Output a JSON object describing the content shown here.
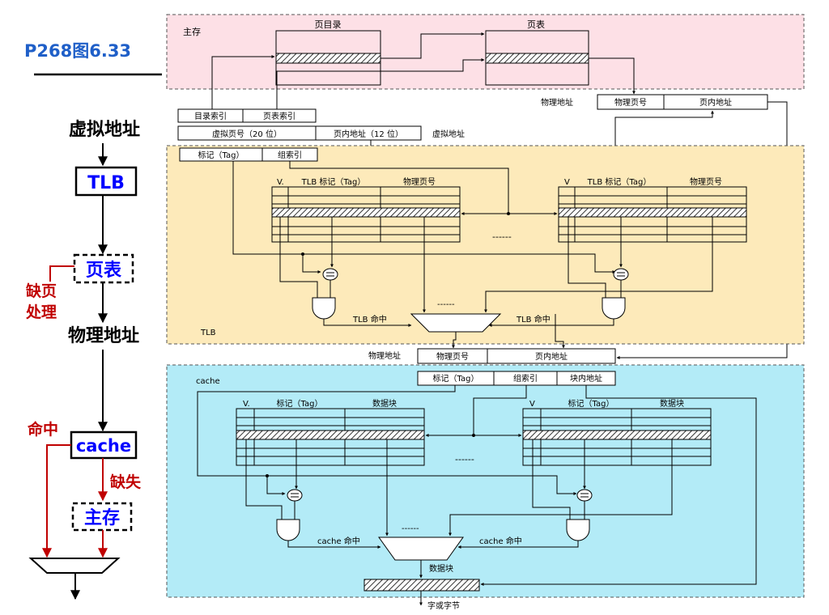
{
  "title": "P268图6.33",
  "flow": {
    "virtual_address": "虚拟地址",
    "tlb": "TLB",
    "page_table": "页表",
    "page_fault": [
      "缺页",
      "处理"
    ],
    "physical_address": "物理地址",
    "hit": "命中",
    "cache": "cache",
    "miss": "缺失",
    "main_memory": "主存"
  },
  "memory": {
    "label": "主存",
    "page_directory": "页目录",
    "page_table": "页表",
    "phys_addr_label": "物理地址",
    "phys_page_no": "物理页号",
    "page_offset": "页内地址"
  },
  "vaddr": {
    "dir_index": "目录索引",
    "table_index": "页表索引",
    "vpn": "虚拟页号（20 位）",
    "offset": "页内地址（12 位）",
    "label": "虚拟地址"
  },
  "tlb": {
    "tag": "标记（Tag）",
    "set_index": "组索引",
    "col_v": "V.",
    "col_tag": "TLB 标记（Tag）",
    "col_ppn": "物理页号",
    "col_v2": "V",
    "hit": "TLB 命中",
    "label": "TLB",
    "dashes": "------"
  },
  "paddr": {
    "label": "物理地址",
    "ppn": "物理页号",
    "offset": "页内地址"
  },
  "cache": {
    "label": "cache",
    "tag": "标记（Tag）",
    "set_index": "组索引",
    "block_offset": "块内地址",
    "col_v": "V.",
    "col_tag": "标记（Tag）",
    "col_data": "数据块",
    "col_v2": "V",
    "hit": "cache 命中",
    "data_block": "数据块",
    "word_or_byte": "字或字节",
    "dashes": "------"
  },
  "colors": {
    "memory_bg": "#fde0e6",
    "tlb_bg": "#fdeaba",
    "cache_bg": "#b3ebf7",
    "title_blue": "#1f5fc8",
    "label_red": "#c00000",
    "label_blue": "#0000ff"
  }
}
